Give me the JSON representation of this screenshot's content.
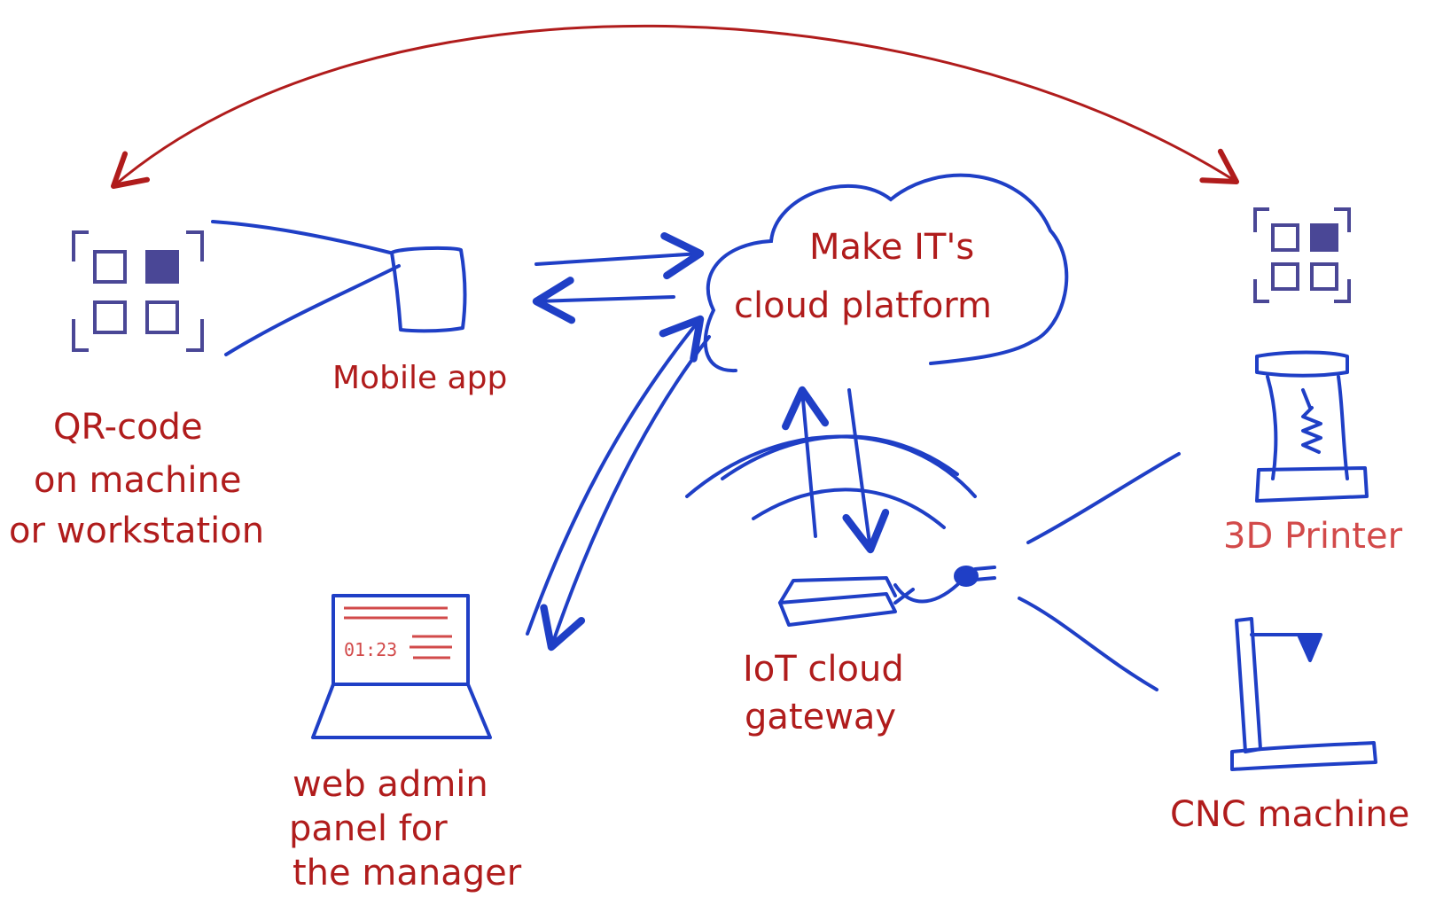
{
  "colors": {
    "ink_blue": "#1f3fc6",
    "ink_red": "#b01c1c",
    "ink_red_light": "#d24a4a",
    "qr_purple": "#4a4796"
  },
  "labels": {
    "qr_code": [
      "QR-code",
      "on machine",
      "or workstation"
    ],
    "mobile_app": "Mobile app",
    "cloud": [
      "Make IT's",
      "cloud platform"
    ],
    "web_admin": [
      "web admin",
      "panel for",
      "the manager"
    ],
    "iot_gateway": [
      "IoT cloud",
      "gateway"
    ],
    "printer_3d": "3D Printer",
    "cnc_machine": "CNC machine",
    "laptop_screen": "01:23"
  },
  "icons": {
    "qr_left": "qr-code-icon",
    "qr_right": "qr-code-icon",
    "phone": "mobile-phone-icon",
    "cloud": "cloud-icon",
    "laptop": "laptop-icon",
    "gateway": "gateway-box-icon",
    "printer": "3d-printer-icon",
    "cnc": "cnc-machine-icon",
    "wifi": "wifi-waves-icon"
  }
}
